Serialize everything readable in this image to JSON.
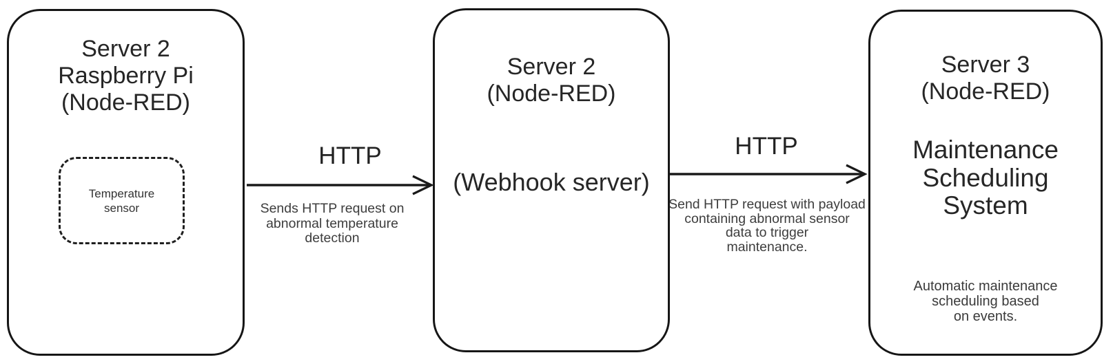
{
  "diagram": {
    "background": "#ffffff",
    "stroke_color": "#161616",
    "title_color": "#262626",
    "body_color": "#3d3d3d",
    "nodes": [
      {
        "id": "server2-raspberry-pi",
        "title": "Server 2\nRaspberry Pi\n(Node-RED)",
        "child": {
          "label": "Temperature\nsensor"
        }
      },
      {
        "id": "server2-webhook",
        "title": "Server 2\n(Node-RED)",
        "subtitle": "(Webhook server)"
      },
      {
        "id": "server3-maintenance",
        "title": "Server 3\n(Node-RED)",
        "subtitle": "Maintenance\nScheduling\nSystem",
        "note": "Automatic maintenance\nscheduling based\non events."
      }
    ],
    "edges": [
      {
        "label": "HTTP",
        "description": "Sends HTTP request on\nabnormal temperature\ndetection"
      },
      {
        "label": "HTTP",
        "description": "Send HTTP request with payload\ncontaining abnormal sensor\ndata to trigger\nmaintenance."
      }
    ]
  }
}
